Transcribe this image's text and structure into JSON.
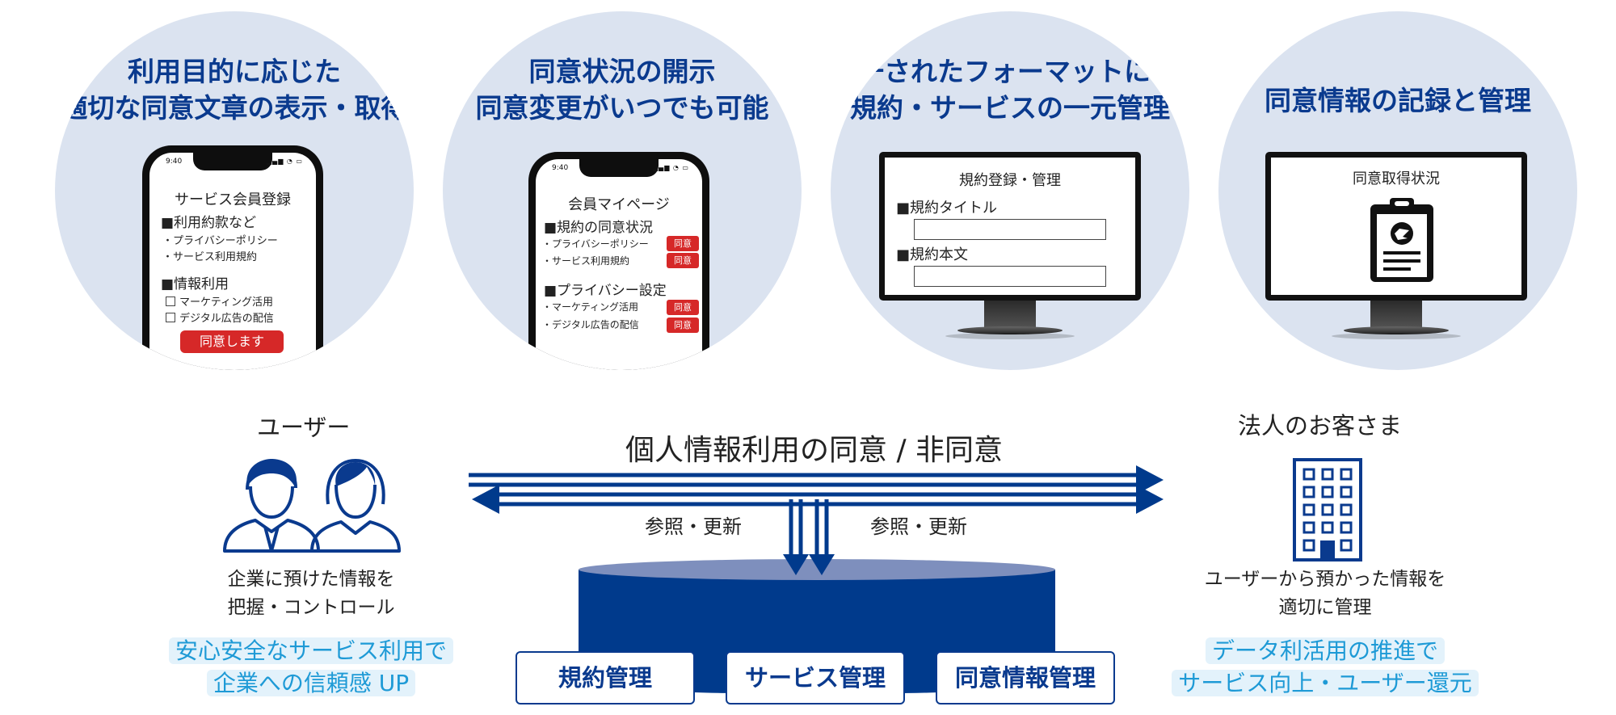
{
  "colors": {
    "navy": "#0a3a8e",
    "circle_bg": "#dbe3f0",
    "cylinder": "#003a8c",
    "red_button": "#d62828",
    "highlight_text": "#1e9ad6"
  },
  "features": [
    {
      "line1": "利用目的に応じた",
      "line2": "適切な同意文章の表示・取得"
    },
    {
      "line1": "同意状況の開示",
      "line2": "同意変更がいつでも可能"
    },
    {
      "line1": "統一されたフォーマットによる",
      "line2": "規約・サービスの一元管理"
    },
    {
      "line1": "同意情報の記録と管理"
    }
  ],
  "phone1": {
    "time": "9:40",
    "title": "サービス会員登録",
    "section1": "■利用約款など",
    "items1": [
      "・プライバシーポリシー",
      "・サービス利用規約"
    ],
    "section2": "■情報利用",
    "checks": [
      "マーケティング活用",
      "デジタル広告の配信"
    ],
    "button": "同意します"
  },
  "phone2": {
    "time": "9:40",
    "title": "会員マイページ",
    "section1": "■規約の同意状況",
    "items1": [
      "・プライバシーポリシー",
      "・サービス利用規約"
    ],
    "section2": "■プライバシー設定",
    "items2": [
      "・マーケティング活用",
      "・デジタル広告の配信"
    ],
    "tag": "同意"
  },
  "monitor1": {
    "title": "規約登録・管理",
    "field1_label": "■規約タイトル",
    "field2_label": "■規約本文"
  },
  "monitor2": {
    "title": "同意取得状況",
    "icon": "clipboard-icon"
  },
  "user": {
    "label": "ユーザー",
    "icon": "users-icon",
    "desc_line1": "企業に預けた情報を",
    "desc_line2": "把握・コントロール",
    "benefit_line1": "安心安全なサービス利用で",
    "benefit_line2": "企業への信頼感 UP"
  },
  "company": {
    "label": "法人のお客さま",
    "icon": "building-icon",
    "desc_line1": "ユーザーから預かった情報を",
    "desc_line2": "適切に管理",
    "benefit_line1": "データ利活用の推進で",
    "benefit_line2": "サービス向上・ユーザー還元"
  },
  "flow": {
    "center_label": "個人情報利用の同意 / 非同意",
    "ref_left": "参照・更新",
    "ref_right": "参照・更新"
  },
  "database": {
    "boxes": [
      "規約管理",
      "サービス管理",
      "同意情報管理"
    ]
  }
}
